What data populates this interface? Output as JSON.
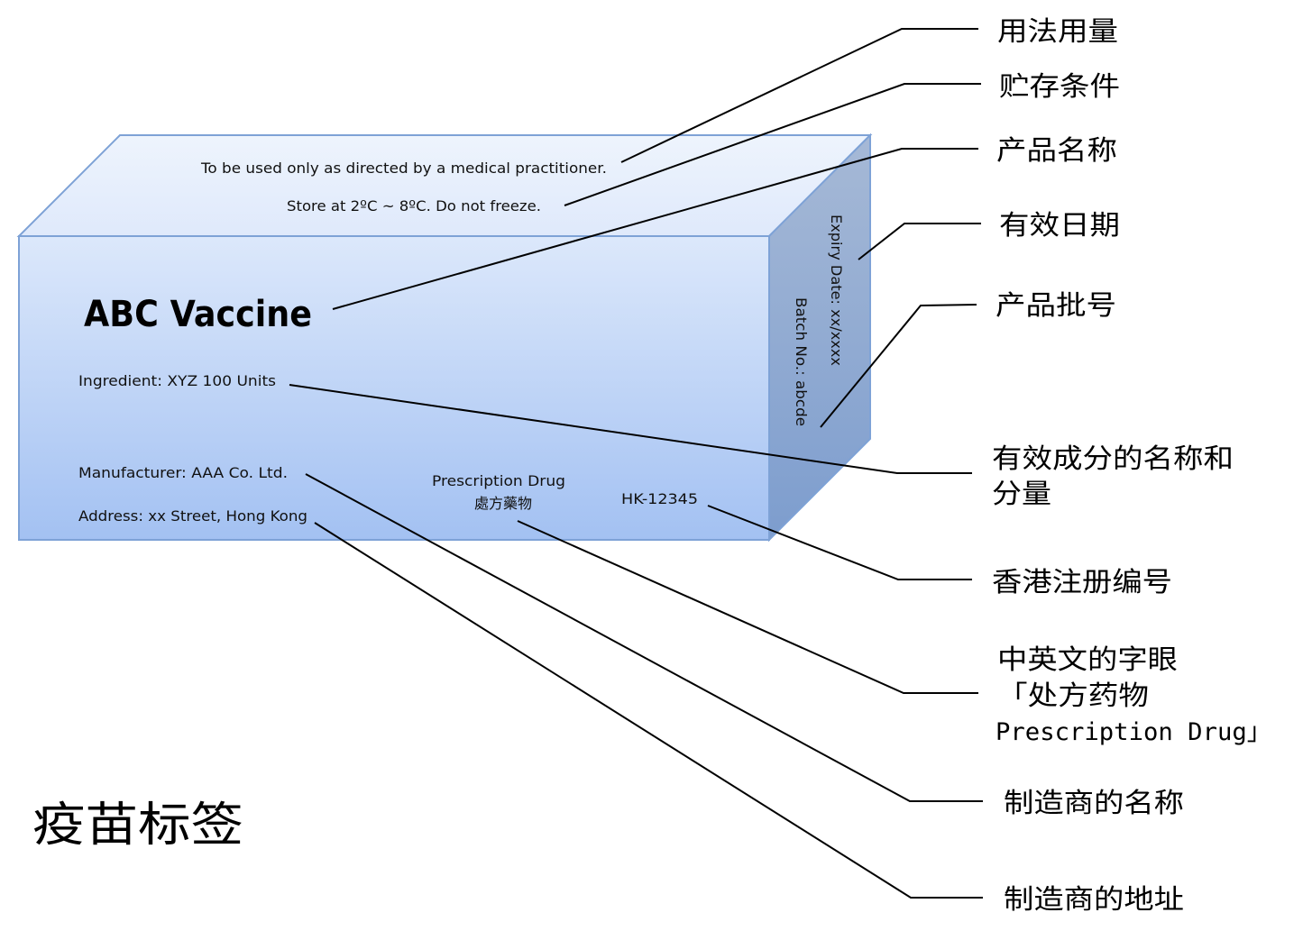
{
  "title": "疫苗标签",
  "box": {
    "top_line1": "To be used only as directed by a medical practitioner.",
    "top_line2": "Store at 2ºC ~ 8ºC.  Do not freeze.",
    "product_name": "ABC Vaccine",
    "ingredient": "Ingredient: XYZ  100 Units",
    "manufacturer": "Manufacturer: AAA Co. Ltd.",
    "address": "Address: xx Street, Hong Kong",
    "rx_en": "Prescription Drug",
    "rx_zh": "處方藥物",
    "reg_no": "HK-12345",
    "expiry": "Expiry Date: xx/xxxx",
    "batch": "Batch No.: abcde"
  },
  "callouts": {
    "dosage": "用法用量",
    "storage": "贮存条件",
    "product_name": "产品名称",
    "expiry": "有效日期",
    "batch": "产品批号",
    "ingredient_line1": "有效成分的名称和",
    "ingredient_line2": "分量",
    "reg_no": "香港注册编号",
    "rx_line1": "中英文的字眼",
    "rx_line2": "「处方药物",
    "rx_line3": "Prescription Drug」",
    "manufacturer": "制造商的名称",
    "address": "制造商的地址"
  },
  "colors": {
    "box_front_top": "#dce8fb",
    "box_front_bottom": "#a3c1f2",
    "box_top": "#e4eefc",
    "box_side_top": "#a6b9d6",
    "box_side_bottom": "#7d9dce",
    "box_edge": "#7ea2d6"
  }
}
